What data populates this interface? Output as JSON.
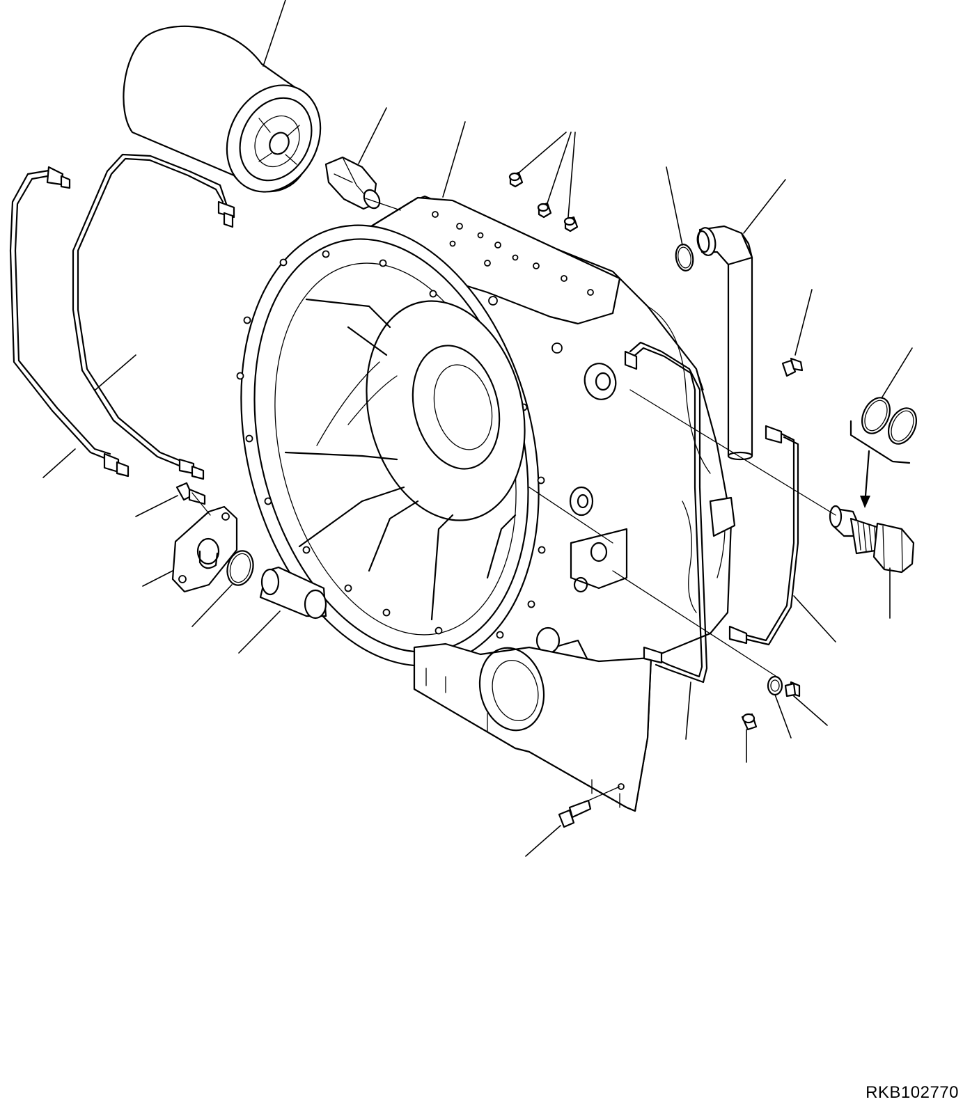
{
  "drawing": {
    "code": "RKB102770",
    "parts": [
      "oil-filter-cartridge",
      "filter-adapter-nipple",
      "transmission-case",
      "plug-set",
      "o-ring",
      "elbow-tube",
      "bolt",
      "o-rings",
      "relief-plug",
      "tube-right",
      "tube-left",
      "tube-left-inner",
      "cover-plate",
      "sleeve",
      "washer",
      "drain-plug"
    ]
  }
}
